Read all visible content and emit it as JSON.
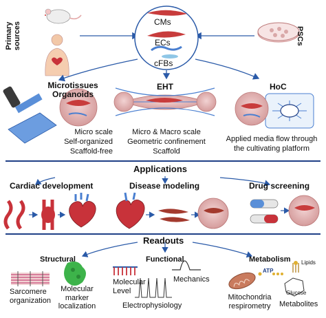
{
  "primary_sources": {
    "label_line1": "Primary",
    "label_line2": "sources"
  },
  "pscs_label": "PSCs",
  "cells": {
    "cms": "CMs",
    "ecs": "ECs",
    "cfbs": "cFBs"
  },
  "microtissues": {
    "title_line1": "Microtissues",
    "title_line2": "Organoids",
    "desc_line1": "Micro scale",
    "desc_line2": "Self-organized",
    "desc_line3": "Scaffold-free"
  },
  "eht": {
    "title": "EHT",
    "desc_line1": "Micro & Macro scale",
    "desc_line2": "Geometric confinement",
    "desc_line3": "Scaffold"
  },
  "hoc": {
    "title": "HoC",
    "desc_line1": "Applied media flow through",
    "desc_line2": "the cultivating platform"
  },
  "applications": {
    "title": "Applications",
    "cardiac_development": "Cardiac development",
    "disease_modeling": "Disease modeling",
    "drug_screening": "Drug screening"
  },
  "readouts": {
    "title": "Readouts",
    "structural": "Structural",
    "functional": "Functional",
    "metabolism": "Metabolism",
    "sarcomere_line1": "Sarcomere",
    "sarcomere_line2": "organization",
    "molecular_marker_line1": "Molecular",
    "molecular_marker_line2": "marker",
    "molecular_marker_line3": "localization",
    "molecular_level_line1": "Molecular",
    "molecular_level_line2": "Level",
    "mechanics": "Mechanics",
    "electrophysiology": "Electrophysiology",
    "atp": "ATP",
    "lipids": "Lipids",
    "glucose": "Glucose",
    "mito_line1": "Mitochondria",
    "mito_line2": "respirometry",
    "metabolites": "Metabolites"
  },
  "colors": {
    "divider": "#1f3f86",
    "arrow": "#2a5aa8",
    "tissue": "#e4b4b4",
    "cardiomyocyte": "#c83c3c",
    "endothelial": "#4a7fd0",
    "fibroblast": "#8ec6e6",
    "heart": "#c8323a"
  }
}
